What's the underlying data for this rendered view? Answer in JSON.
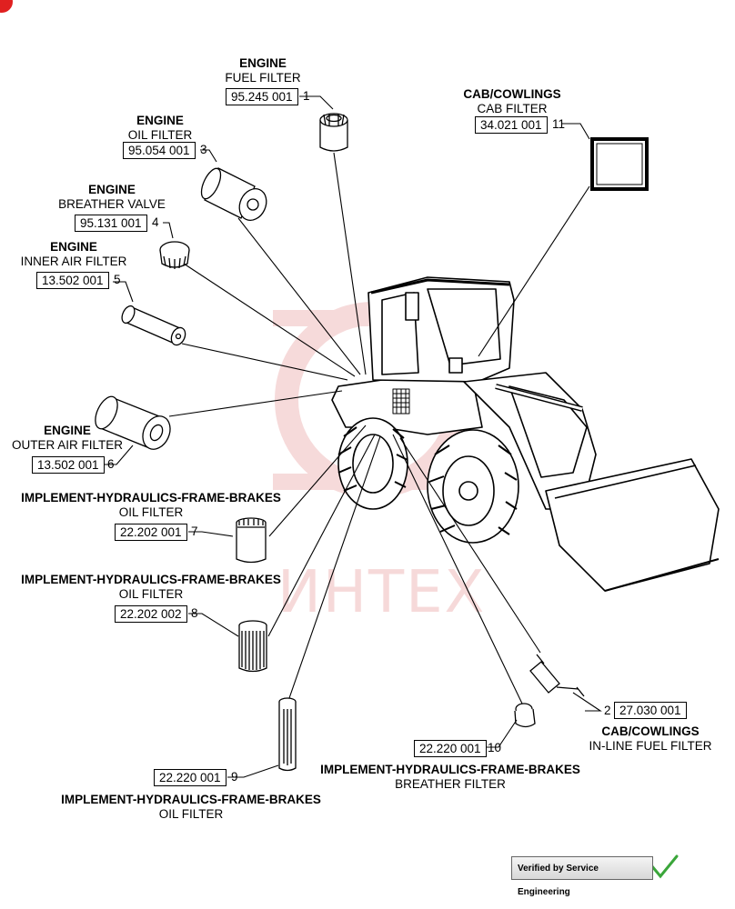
{
  "watermark": "ИНТЕХ",
  "verified_badge": "Verified by Service Engineering",
  "colors": {
    "watermark": "#f6d9d9",
    "accent": "#e02020",
    "check": "#3aa63a"
  },
  "callouts": [
    {
      "id": "c1",
      "category": "ENGINE",
      "description": "FUEL FILTER",
      "part_number": "95.245 001",
      "index": "1"
    },
    {
      "id": "c3",
      "category": "ENGINE",
      "description": "OIL FILTER",
      "part_number": "95.054 001",
      "index": "3"
    },
    {
      "id": "c4",
      "category": "ENGINE",
      "description": "BREATHER VALVE",
      "part_number": "95.131 001",
      "index": "4"
    },
    {
      "id": "c5",
      "category": "ENGINE",
      "description": "INNER AIR FILTER",
      "part_number": "13.502 001",
      "index": "5"
    },
    {
      "id": "c6",
      "category": "ENGINE",
      "description": "OUTER AIR FILTER",
      "part_number": "13.502 001",
      "index": "6"
    },
    {
      "id": "c7",
      "category": "IMPLEMENT-HYDRAULICS-FRAME-BRAKES",
      "description": "OIL FILTER",
      "part_number": "22.202 001",
      "index": "7"
    },
    {
      "id": "c8",
      "category": "IMPLEMENT-HYDRAULICS-FRAME-BRAKES",
      "description": "OIL FILTER",
      "part_number": "22.202 002",
      "index": "8"
    },
    {
      "id": "c9",
      "category": "IMPLEMENT-HYDRAULICS-FRAME-BRAKES",
      "description": "OIL FILTER",
      "part_number": "22.220 001",
      "index": "9"
    },
    {
      "id": "c10",
      "category": "IMPLEMENT-HYDRAULICS-FRAME-BRAKES",
      "description": "BREATHER FILTER",
      "part_number": "22.220 001",
      "index": "10"
    },
    {
      "id": "c11",
      "category": "CAB/COWLINGS",
      "description": "CAB FILTER",
      "part_number": "34.021 001",
      "index": "11"
    },
    {
      "id": "c2",
      "category": "CAB/COWLINGS",
      "description": "IN-LINE FUEL FILTER",
      "part_number": "27.030 001",
      "index": "2"
    }
  ]
}
